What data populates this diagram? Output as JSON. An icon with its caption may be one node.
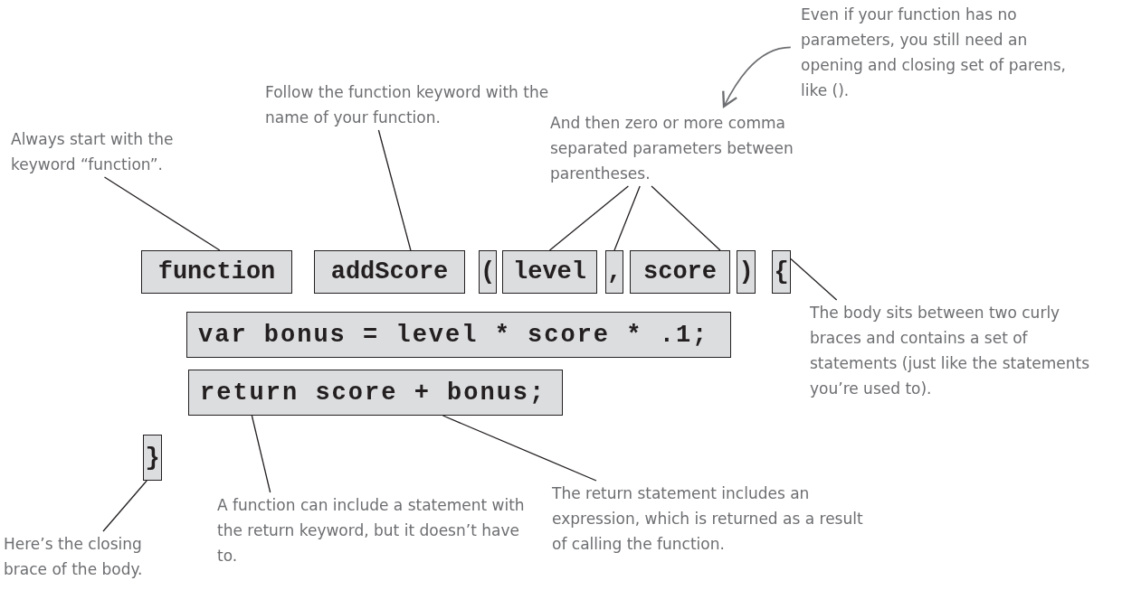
{
  "diagram": {
    "nodes": [
      {
        "text": [
          "function"
        ]
      },
      {
        "text": [
          "addScore"
        ]
      },
      {
        "text": [
          "("
        ]
      },
      {
        "text": [
          "level"
        ]
      },
      {
        "text": [
          ","
        ]
      },
      {
        "text": [
          "score"
        ]
      },
      {
        "text": [
          ")"
        ]
      },
      {
        "text": [
          "{"
        ]
      },
      {
        "text": [
          "var bonus = level * score * .1;"
        ]
      },
      {
        "text": [
          "return score + bonus;"
        ]
      },
      {
        "text": [
          "}"
        ]
      },
      {
        "text": [
          "Always start with the keyword “function”."
        ]
      },
      {
        "text": [
          "Follow the function keyword with the name of your function."
        ]
      },
      {
        "text": [
          "And then zero or more comma separated parameters between parentheses."
        ]
      },
      {
        "text": [
          "Even if your function has no parameters, you still need an opening and closing set of parens, like ()."
        ]
      },
      {
        "text": [
          "The body sits between two curly braces and contains a set of statements (just like the statements you’re used to)."
        ]
      },
      {
        "text": [
          "A function can include a statement with the return keyword, but it doesn’t have to."
        ]
      },
      {
        "text": [
          "The return statement includes an expression, which is returned as a result of calling the function."
        ]
      },
      {
        "text": [
          "Here’s the closing brace of the body."
        ]
      }
    ],
    "edges": [
      {
        "from": 11,
        "to": 0,
        "arrow": "none"
      },
      {
        "from": 12,
        "to": 1,
        "arrow": "none"
      },
      {
        "from": 13,
        "to": 3,
        "arrow": "none"
      },
      {
        "from": 13,
        "to": 4,
        "arrow": "none"
      },
      {
        "from": 13,
        "to": 5,
        "arrow": "none"
      },
      {
        "from": 14,
        "to": 13,
        "arrow": "to"
      },
      {
        "from": 15,
        "to": 7,
        "arrow": "none"
      },
      {
        "from": 16,
        "to": 9,
        "arrow": "none"
      },
      {
        "from": 17,
        "to": 9,
        "arrow": "none"
      },
      {
        "from": 18,
        "to": 10,
        "arrow": "none"
      }
    ]
  }
}
